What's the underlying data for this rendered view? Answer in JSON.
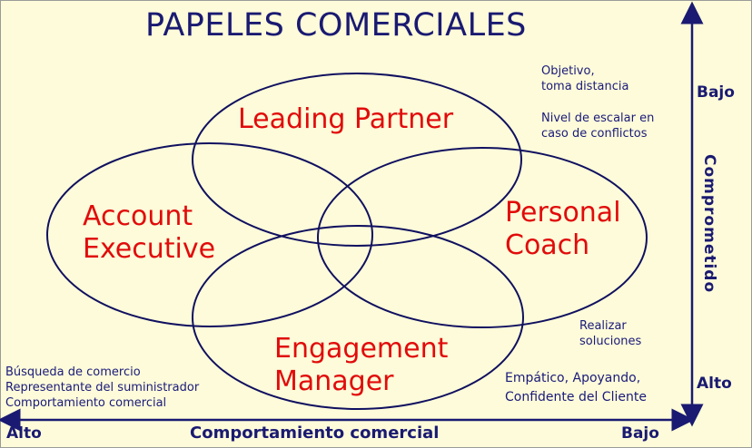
{
  "title": "PAPELES COMERCIALES",
  "roles": {
    "leading_partner": "Leading Partner",
    "account_executive": [
      "Account",
      "Executive"
    ],
    "personal_coach": [
      "Personal",
      "Coach"
    ],
    "engagement_manager": [
      "Engagement",
      "Manager"
    ]
  },
  "notes": {
    "objetivo": [
      "Objetivo,",
      "toma distancia"
    ],
    "nivel": [
      "Nivel de escalar en",
      "caso de conflictos"
    ],
    "realizar": [
      "Realizar",
      "soluciones"
    ],
    "empatico": [
      "Empático, Apoyando,",
      "Confidente del Cliente"
    ],
    "busqueda": [
      "Búsqueda de comercio",
      "Representante del suministrador",
      "Comportamiento comercial"
    ]
  },
  "horizontal_axis": {
    "title": "Comportamiento comercial",
    "left": "Alto",
    "right": "Bajo"
  },
  "vertical_axis": {
    "title": "Comprometido",
    "top": "Bajo",
    "bottom": "Alto"
  },
  "colors": {
    "background": "#fdfbd9",
    "navy": "#1a1a72",
    "role_red": "#e10b0b",
    "ellipse_stroke": "#101060"
  }
}
